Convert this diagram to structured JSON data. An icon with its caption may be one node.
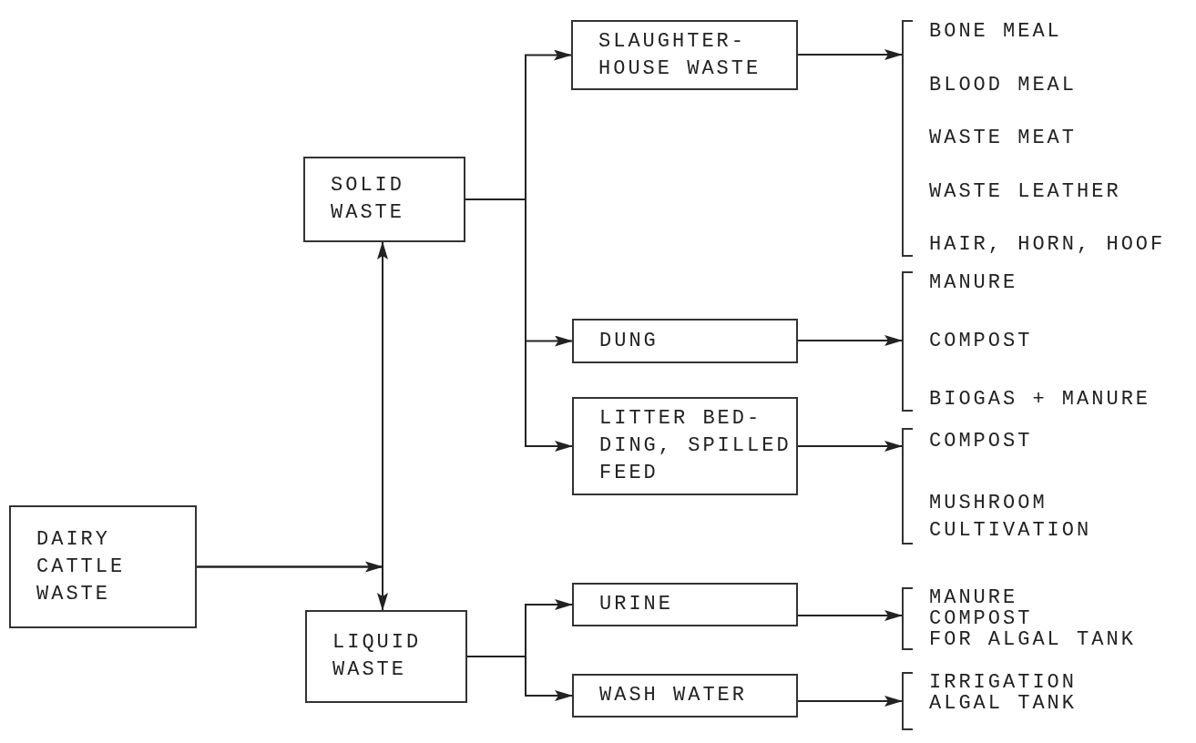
{
  "diagram": {
    "nodes": [
      {
        "text": [
          "DAIRY CATTLE WASTE"
        ]
      },
      {
        "text": [
          "SOLID WASTE"
        ]
      },
      {
        "text": [
          "LIQUID WASTE"
        ]
      },
      {
        "text": [
          "SLAUGHTER- HOUSE WASTE"
        ]
      },
      {
        "text": [
          "DUNG"
        ]
      },
      {
        "text": [
          "LITTER BED- DING, SPILLED FEED"
        ]
      },
      {
        "text": [
          "URINE"
        ]
      },
      {
        "text": [
          "WASH WATER"
        ]
      },
      {
        "text": [
          "BONE MEAL",
          "BLOOD MEAL",
          "WASTE MEAT",
          "WASTE LEATHER",
          "HAIR, HORN, HOOF"
        ]
      },
      {
        "text": [
          "MANURE",
          "COMPOST",
          "BIOGAS + MANURE"
        ]
      },
      {
        "text": [
          "COMPOST",
          "MUSHROOM CULTIVATION"
        ]
      },
      {
        "text": [
          "MANURE",
          "COMPOST",
          "FOR ALGAL TANK"
        ]
      },
      {
        "text": [
          "IRRIGATION",
          "ALGAL TANK"
        ]
      }
    ],
    "edges": [
      {
        "from": 0,
        "to": 1,
        "arrow": "to"
      },
      {
        "from": 0,
        "to": 2,
        "arrow": "to"
      },
      {
        "from": 1,
        "to": 3,
        "arrow": "to"
      },
      {
        "from": 1,
        "to": 4,
        "arrow": "to"
      },
      {
        "from": 1,
        "to": 5,
        "arrow": "to"
      },
      {
        "from": 2,
        "to": 6,
        "arrow": "to"
      },
      {
        "from": 2,
        "to": 7,
        "arrow": "to"
      },
      {
        "from": 3,
        "to": 8,
        "arrow": "to"
      },
      {
        "from": 4,
        "to": 9,
        "arrow": "to"
      },
      {
        "from": 5,
        "to": 10,
        "arrow": "to"
      },
      {
        "from": 6,
        "to": 11,
        "arrow": "to"
      },
      {
        "from": 7,
        "to": 12,
        "arrow": "to"
      }
    ]
  }
}
